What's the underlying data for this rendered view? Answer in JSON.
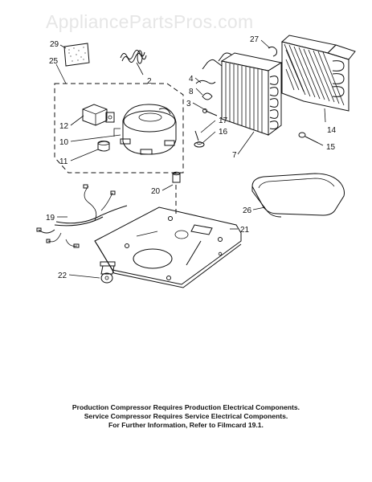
{
  "watermark": "AppliancePartsPros.com",
  "callouts": {
    "c29": "29",
    "c25": "25",
    "c2": "2",
    "c27": "27",
    "c4": "4",
    "c8": "8",
    "c3": "3",
    "c17": "17",
    "c16": "16",
    "c7": "7",
    "c12": "12",
    "c10": "10",
    "c11": "11",
    "c14": "14",
    "c15": "15",
    "c20": "20",
    "c26": "26",
    "c19": "19",
    "c21": "21",
    "c22": "22"
  },
  "notes": [
    "Production Compressor Requires Production Electrical Components.",
    "Service Compressor Requires Service Electrical Components.",
    "For Further Information, Refer to Filmcard 19.1."
  ]
}
